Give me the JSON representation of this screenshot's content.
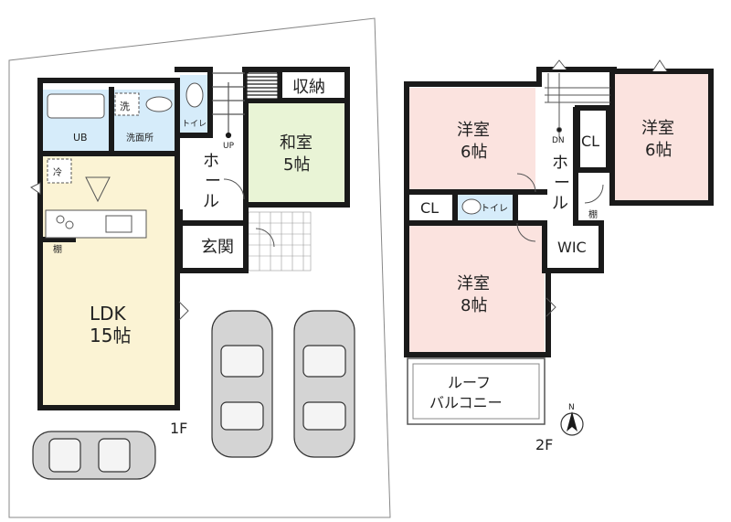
{
  "floor1": {
    "label": "1F",
    "rooms": {
      "ub": "UB",
      "washroom": "洗面所",
      "toilet": "トイレ",
      "hall_h1": "ホ",
      "hall_h2": "ー",
      "hall_h3": "ル",
      "washitsu_name": "和室",
      "washitsu_size": "5帖",
      "storage": "収納",
      "genkan": "玄関",
      "ldk_name": "LDK",
      "ldk_size": "15帖",
      "shelf": "棚",
      "up": "UP"
    },
    "marks": {
      "wash": "洗",
      "fridge": "冷"
    }
  },
  "floor2": {
    "label": "2F",
    "rooms": {
      "yoshitsu_a_name": "洋室",
      "yoshitsu_a_size": "6帖",
      "yoshitsu_b_name": "洋室",
      "yoshitsu_b_size": "6帖",
      "yoshitsu_c_name": "洋室",
      "yoshitsu_c_size": "8帖",
      "hall_h1": "ホ",
      "hall_h2": "ー",
      "hall_h3": "ル",
      "cl_left": "CL",
      "cl_right": "CL",
      "toilet": "トイレ",
      "wic": "WIC",
      "shelf": "棚",
      "dn": "DN",
      "balcony_line1": "ルーフ",
      "balcony_line2": "バルコニー"
    }
  },
  "compass": "N",
  "colors": {
    "wall": "#1a1a1a",
    "ldk": "#fbf3d4",
    "washitsu": "#e9f4d6",
    "water": "#d6ecfa",
    "yoshitsu": "#fbe3df",
    "site_line": "#888888",
    "car": "#b8b8b8"
  }
}
